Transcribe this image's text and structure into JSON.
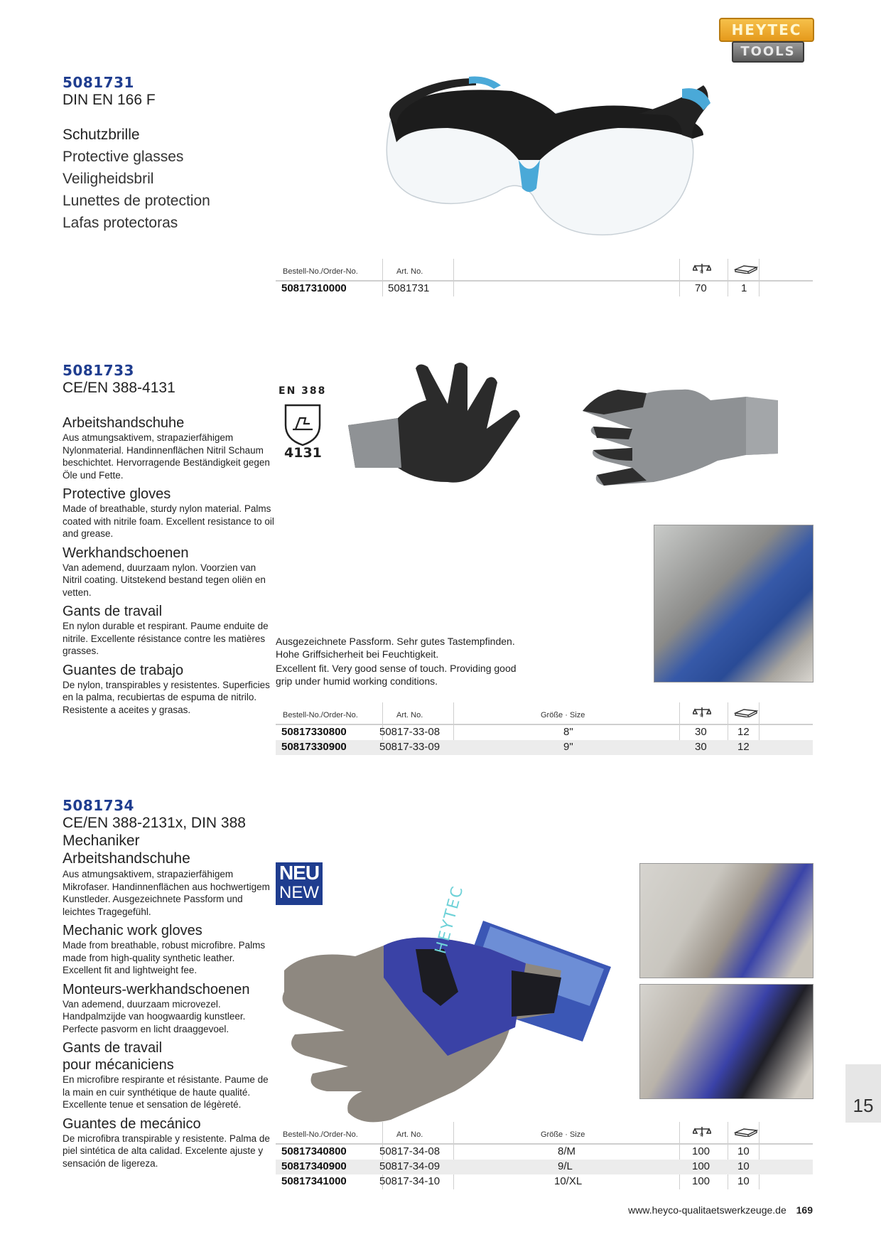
{
  "logo": {
    "line1": "HEYTEC",
    "line2": "TOOLS"
  },
  "table_headers": {
    "order_no": "Bestell-No./Order-No.",
    "art_no": "Art. No.",
    "size": "Größe · Size"
  },
  "icons": {
    "weight": "scale-icon",
    "pack": "package-icon"
  },
  "p1": {
    "number": "5081731",
    "standard": "DIN EN 166 F",
    "names": [
      "Schutzbrille",
      "Protective glasses",
      "Veiligheidsbril",
      "Lunettes de protection",
      "Lafas protectoras"
    ],
    "rows": [
      {
        "order": "50817310000",
        "art": "5081731",
        "weight": "70",
        "pack": "1"
      }
    ]
  },
  "p2": {
    "number": "5081733",
    "standard": "CE/EN 388-4131",
    "blocks": [
      {
        "title": "Arbeitshandschuhe",
        "text": "Aus atmungsaktivem, strapazierfähigem Nylonmaterial. Handinnenflächen Nitril Schaum beschichtet. Hervorragende Beständigkeit gegen Öle und Fette."
      },
      {
        "title": "Protective gloves",
        "text": "Made of breathable, sturdy nylon material. Palms coated with nitrile foam. Excellent resistance to oil and grease."
      },
      {
        "title": "Werkhandschoenen",
        "text": "Van ademend, duurzaam nylon. Voorzien van Nitril coating. Uitstekend bestand tegen oliën en vetten."
      },
      {
        "title": "Gants de travail",
        "text": "En nylon durable et respirant. Paume enduite de nitrile. Excellente résistance contre les matières grasses."
      },
      {
        "title": "Guantes de trabajo",
        "text": "De nylon, transpirables y resistentes. Superficies en la palma, recubiertas de espuma de nitrilo. Resistente a aceites y grasas."
      }
    ],
    "en_label": "EN 388",
    "en_code": "4131",
    "note_de": "Ausgezeichnete Passform. Sehr gutes Tastempfinden. Hohe Griffsicherheit bei Feuchtigkeit.",
    "note_en": "Excellent fit. Very good sense of touch. Providing good grip under humid working conditions.",
    "rows": [
      {
        "order": "50817330800",
        "art": "50817-33-08",
        "size": "8\"",
        "weight": "30",
        "pack": "12"
      },
      {
        "order": "50817330900",
        "art": "50817-33-09",
        "size": "9\"",
        "weight": "30",
        "pack": "12"
      }
    ]
  },
  "p3": {
    "number": "5081734",
    "standard": "CE/EN 388-2131x, DIN 388",
    "title_lines": [
      "Mechaniker",
      "Arbeitshandschuhe"
    ],
    "intro": "Aus atmungsaktivem, strapazierfähigem Mikrofaser. Handinnenflächen aus hochwertigem Kunstleder. Ausgezeichnete Passform und leichtes Tragegefühl.",
    "blocks": [
      {
        "title": "Mechanic work gloves",
        "text": "Made from breathable, robust microfibre. Palms made from high-quality synthetic leather. Excellent fit and lightweight fee."
      },
      {
        "title": "Monteurs-werkhandschoenen",
        "text": "Van ademend, duurzaam microvezel. Handpalmzijde van hoogwaardig kunstleer. Perfecte pasvorm en licht draaggevoel."
      },
      {
        "title": "Gants de travail",
        "title2": "pour mécaniciens",
        "text": "En microfibre respirante et résistante. Paume de la main en cuir synthétique de haute qualité. Excellente tenue et sensation de légèreté."
      },
      {
        "title": "Guantes de mecánico",
        "text": "De microfibra transpirable y resistente. Palma de piel sintética de alta calidad. Excelente ajuste y sensación de ligereza."
      }
    ],
    "badge_de": "NEU",
    "badge_en": "NEW",
    "brand_on_glove": "HEYTEC",
    "rows": [
      {
        "order": "50817340800",
        "art": "50817-34-08",
        "size": "8/M",
        "weight": "100",
        "pack": "10"
      },
      {
        "order": "50817340900",
        "art": "50817-34-09",
        "size": "9/L",
        "weight": "100",
        "pack": "10"
      },
      {
        "order": "50817341000",
        "art": "50817-34-10",
        "size": "10/XL",
        "weight": "100",
        "pack": "10"
      }
    ]
  },
  "chapter_tab": "15",
  "footer": {
    "url": "www.heyco-qualitaetswerkzeuge.de",
    "page": "169"
  }
}
